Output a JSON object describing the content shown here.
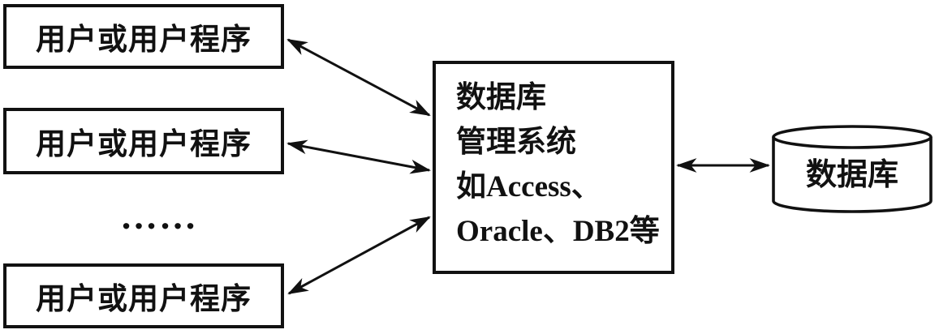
{
  "diagram": {
    "title": "",
    "user_boxes": [
      {
        "label": "用户或用户程序"
      },
      {
        "label": "用户或用户程序"
      },
      {
        "label": "用户或用户程序"
      }
    ],
    "ellipsis": "……",
    "dbms_box": {
      "lines": [
        "数据库",
        "管理系统",
        "如Access、",
        "Oracle、DB2等"
      ]
    },
    "database": {
      "label": "数据库"
    },
    "connections": [
      {
        "from": "user-box-1",
        "to": "dbms-box",
        "type": "double-arrow"
      },
      {
        "from": "user-box-2",
        "to": "dbms-box",
        "type": "double-arrow"
      },
      {
        "from": "user-box-3",
        "to": "dbms-box",
        "type": "double-arrow"
      },
      {
        "from": "dbms-box",
        "to": "database",
        "type": "double-arrow"
      }
    ],
    "colors": {
      "ink": "#111111",
      "background": "#ffffff"
    }
  }
}
